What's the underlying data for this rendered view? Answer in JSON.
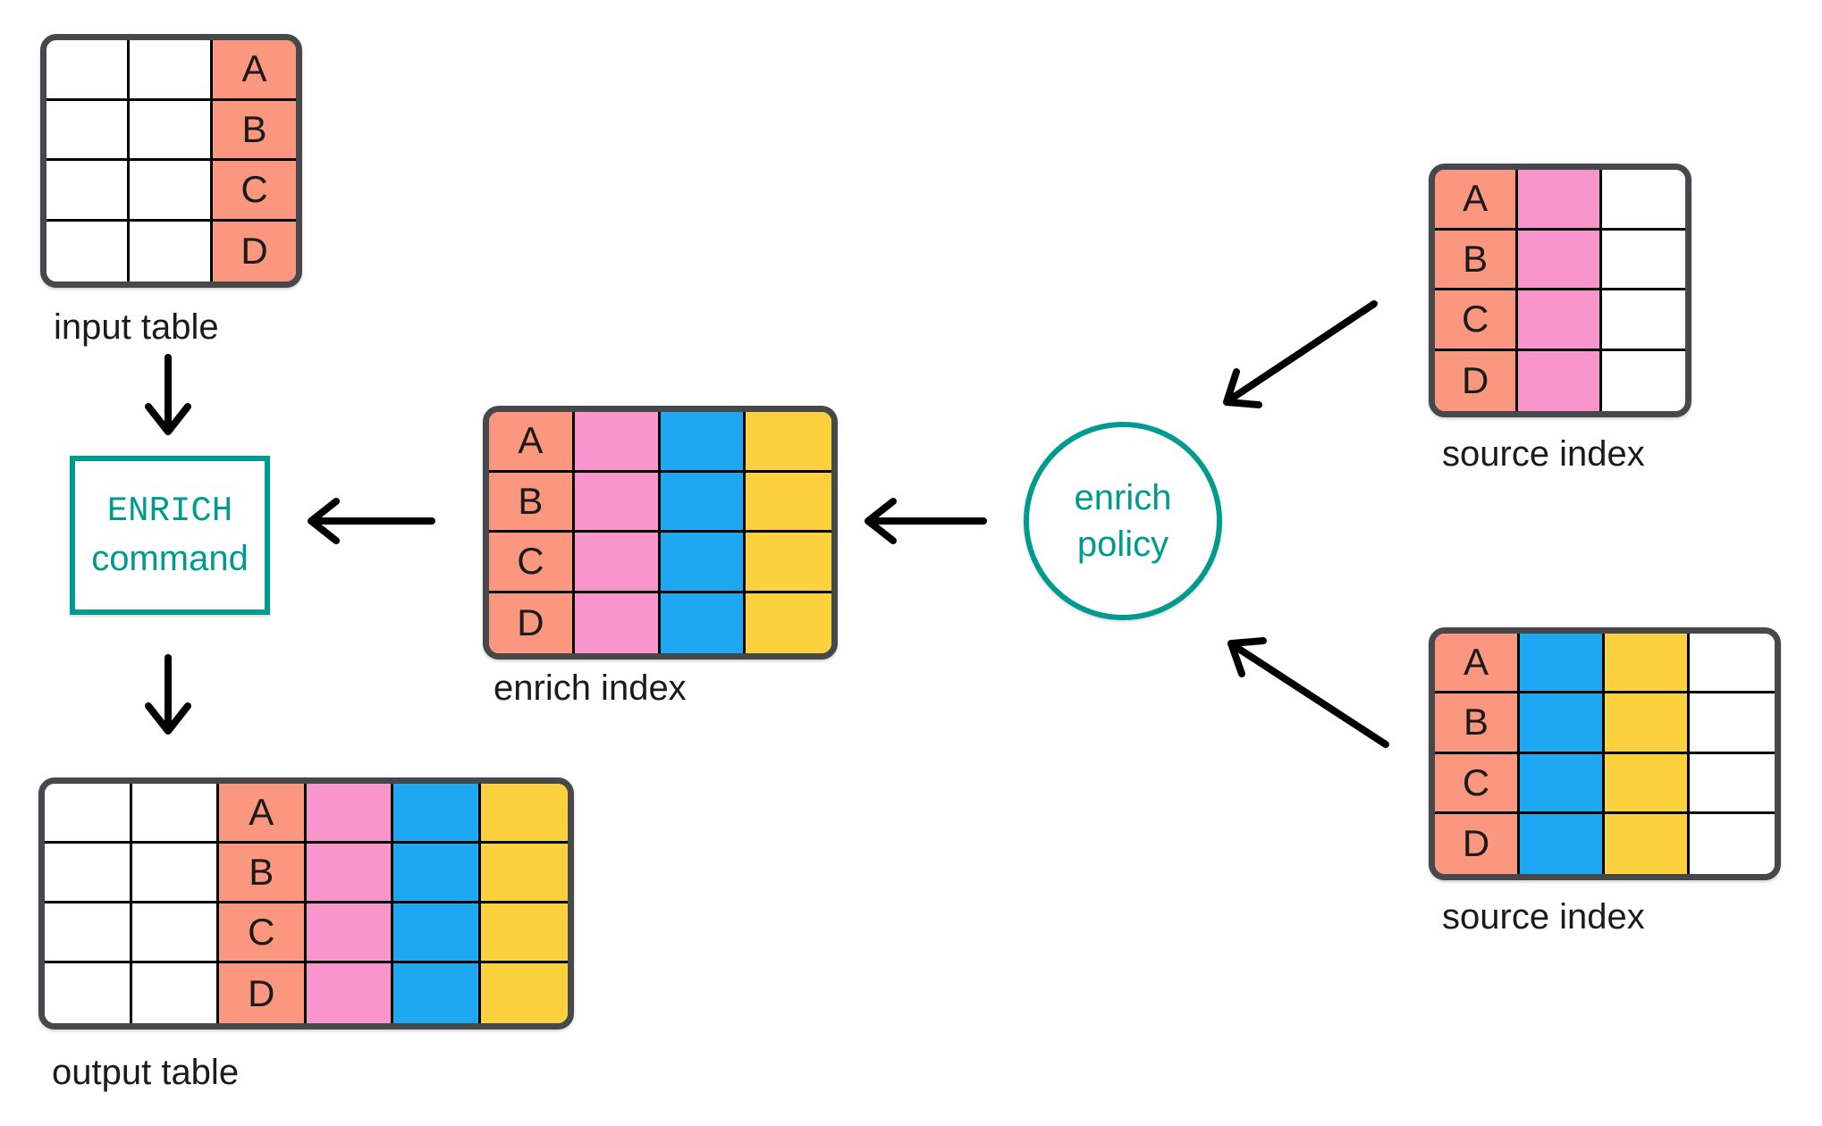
{
  "diagram_title": "",
  "colors": {
    "white": "#FFFFFF",
    "salmon": "#FA977E",
    "pink": "#F995CD",
    "blue": "#1FA8F2",
    "yellow": "#FBD23D",
    "teal": "#009A8E",
    "table_border": "#46484B",
    "grid_line": "#000000",
    "arrow": "#000000",
    "text": "#1B1B1B",
    "background": "#FFFFFF"
  },
  "tables": {
    "input": {
      "label": "input table",
      "row_labels": [
        "A",
        "B",
        "C",
        "D"
      ],
      "columns": [
        {
          "color": "white",
          "lettered": false
        },
        {
          "color": "white",
          "lettered": false
        },
        {
          "color": "salmon",
          "lettered": true
        }
      ]
    },
    "enrich_index": {
      "label": "enrich index",
      "row_labels": [
        "A",
        "B",
        "C",
        "D"
      ],
      "columns": [
        {
          "color": "salmon",
          "lettered": true
        },
        {
          "color": "pink",
          "lettered": false
        },
        {
          "color": "blue",
          "lettered": false
        },
        {
          "color": "yellow",
          "lettered": false
        }
      ]
    },
    "source_top": {
      "label": "source index",
      "row_labels": [
        "A",
        "B",
        "C",
        "D"
      ],
      "columns": [
        {
          "color": "salmon",
          "lettered": true
        },
        {
          "color": "pink",
          "lettered": false
        },
        {
          "color": "white",
          "lettered": false
        }
      ]
    },
    "source_bottom": {
      "label": "source index",
      "row_labels": [
        "A",
        "B",
        "C",
        "D"
      ],
      "columns": [
        {
          "color": "salmon",
          "lettered": true
        },
        {
          "color": "blue",
          "lettered": false
        },
        {
          "color": "yellow",
          "lettered": false
        },
        {
          "color": "white",
          "lettered": false
        }
      ]
    },
    "output": {
      "label": "output table",
      "row_labels": [
        "A",
        "B",
        "C",
        "D"
      ],
      "columns": [
        {
          "color": "white",
          "lettered": false
        },
        {
          "color": "white",
          "lettered": false
        },
        {
          "color": "salmon",
          "lettered": true
        },
        {
          "color": "pink",
          "lettered": false
        },
        {
          "color": "blue",
          "lettered": false
        },
        {
          "color": "yellow",
          "lettered": false
        }
      ]
    }
  },
  "nodes": {
    "enrich_command": {
      "line1": "ENRICH",
      "line2": "command"
    },
    "enrich_policy": {
      "line1": "enrich",
      "line2": "policy"
    }
  }
}
